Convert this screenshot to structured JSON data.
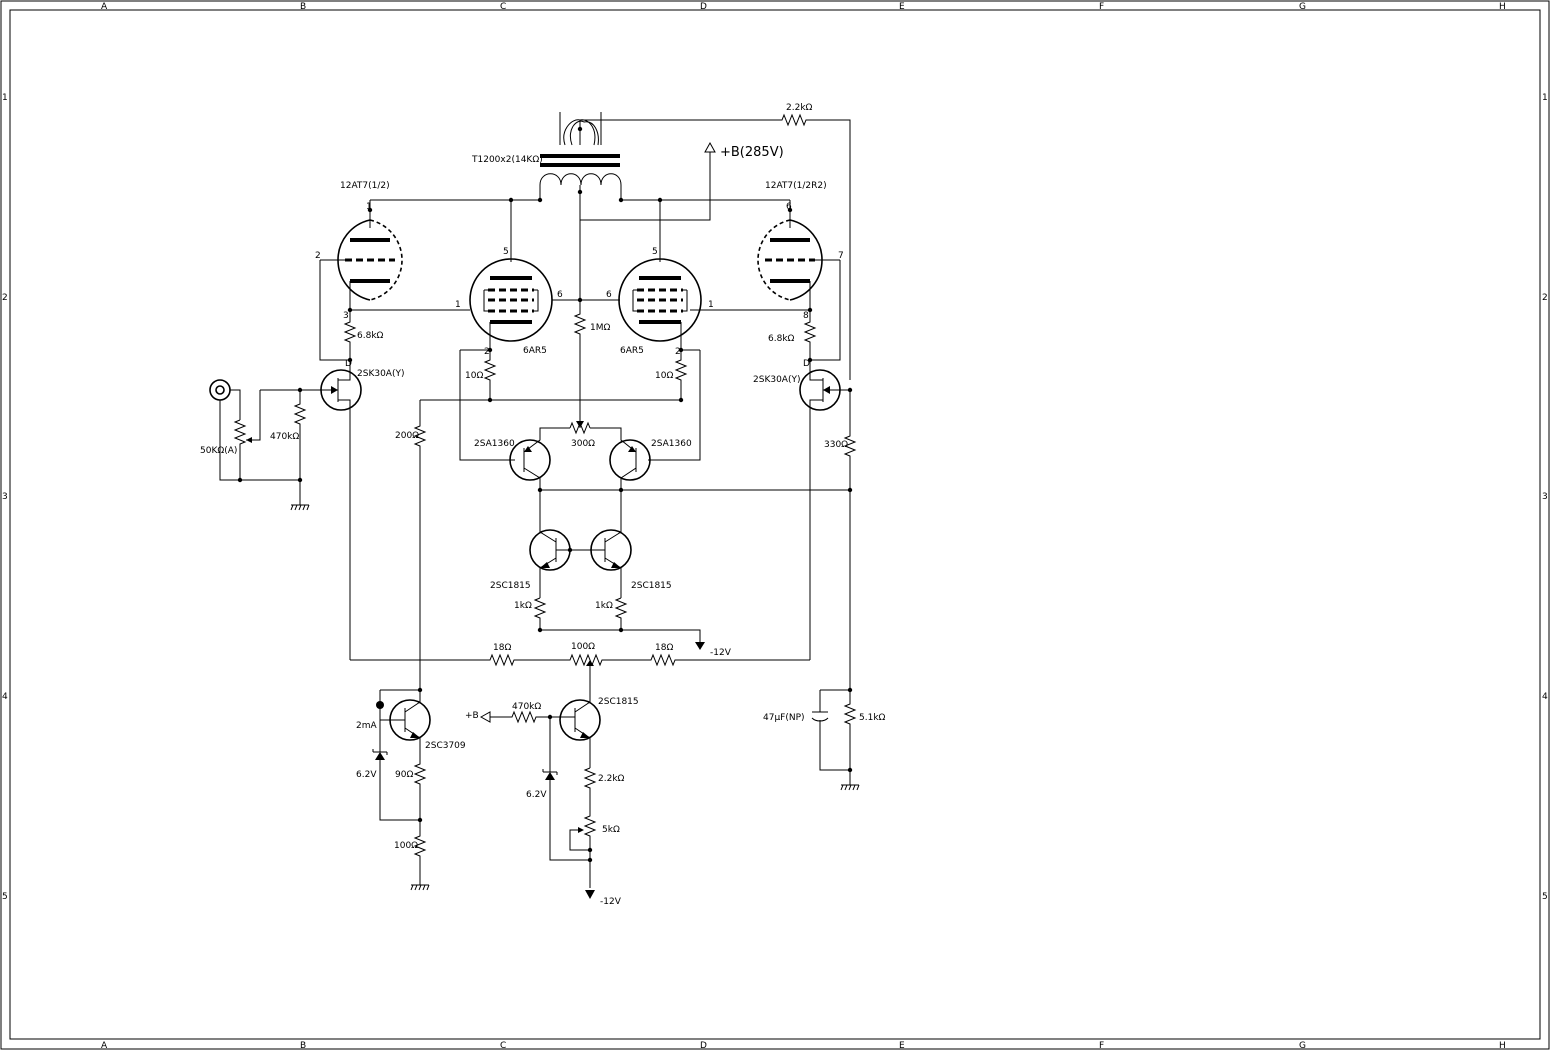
{
  "frame": {
    "columns": [
      "A",
      "B",
      "C",
      "D",
      "E",
      "F",
      "G",
      "H"
    ],
    "rows": [
      "1",
      "2",
      "3",
      "4",
      "5"
    ]
  },
  "labels": {
    "r_2k2_top": "2.2kΩ",
    "transformer": "T1200x2(14KΩ)",
    "supply": "+B(285V)",
    "tube_left": "12AT7(1/2)",
    "tube_right": "12AT7(1/2R2)",
    "pin_l2": "2",
    "pin_l3": "3",
    "pin_l1": "1",
    "pin_r7": "7",
    "pin_r8": "8",
    "pin_r6": "6",
    "pen_l5": "5",
    "pen_l1": "1",
    "pen_l6": "6",
    "pen_l2": "2",
    "pen_r5": "5",
    "pen_r6": "6",
    "pen_r1": "1",
    "pen_r2": "2",
    "pentode_left": "6AR5",
    "pentode_right": "6AR5",
    "r_6k8_left": "6.8kΩ",
    "r_6k8_right": "6.8kΩ",
    "r_1m": "1MΩ",
    "fet_left": "2SK30A(Y)",
    "fet_right": "2SK30A(Y)",
    "d_left": "D",
    "d_right": "D",
    "r_10_left": "10Ω",
    "r_10_right": "10Ω",
    "r_470k_in": "470kΩ",
    "pot_50k": "50KΩ(A)",
    "r_200": "200Ω",
    "q_2sa_left": "2SA1360",
    "q_2sa_right": "2SA1360",
    "r_300": "300Ω",
    "r_330": "330Ω",
    "q_2sc_left": "2SC1815",
    "q_2sc_right": "2SC1815",
    "r_1k_left": "1kΩ",
    "r_1k_right": "1kΩ",
    "minus12_mid": "-12V",
    "r_18_left": "18Ω",
    "r_100_mid": "100Ω",
    "r_18_right": "18Ω",
    "cs_2ma": "2mA",
    "q_2sc3709": "2SC3709",
    "z_62_left": "6.2V",
    "r_90": "90Ω",
    "r_100_bot": "100Ω",
    "plus_b": "+B",
    "r_470k_bias": "470kΩ",
    "q_2sc_bias": "2SC1815",
    "z_62_right": "6.2V",
    "r_2k2_bias": "2.2kΩ",
    "pot_5k": "5kΩ",
    "minus12_bot": "-12V",
    "cap_47u": "47μF(NP)",
    "r_5k1": "5.1kΩ"
  }
}
